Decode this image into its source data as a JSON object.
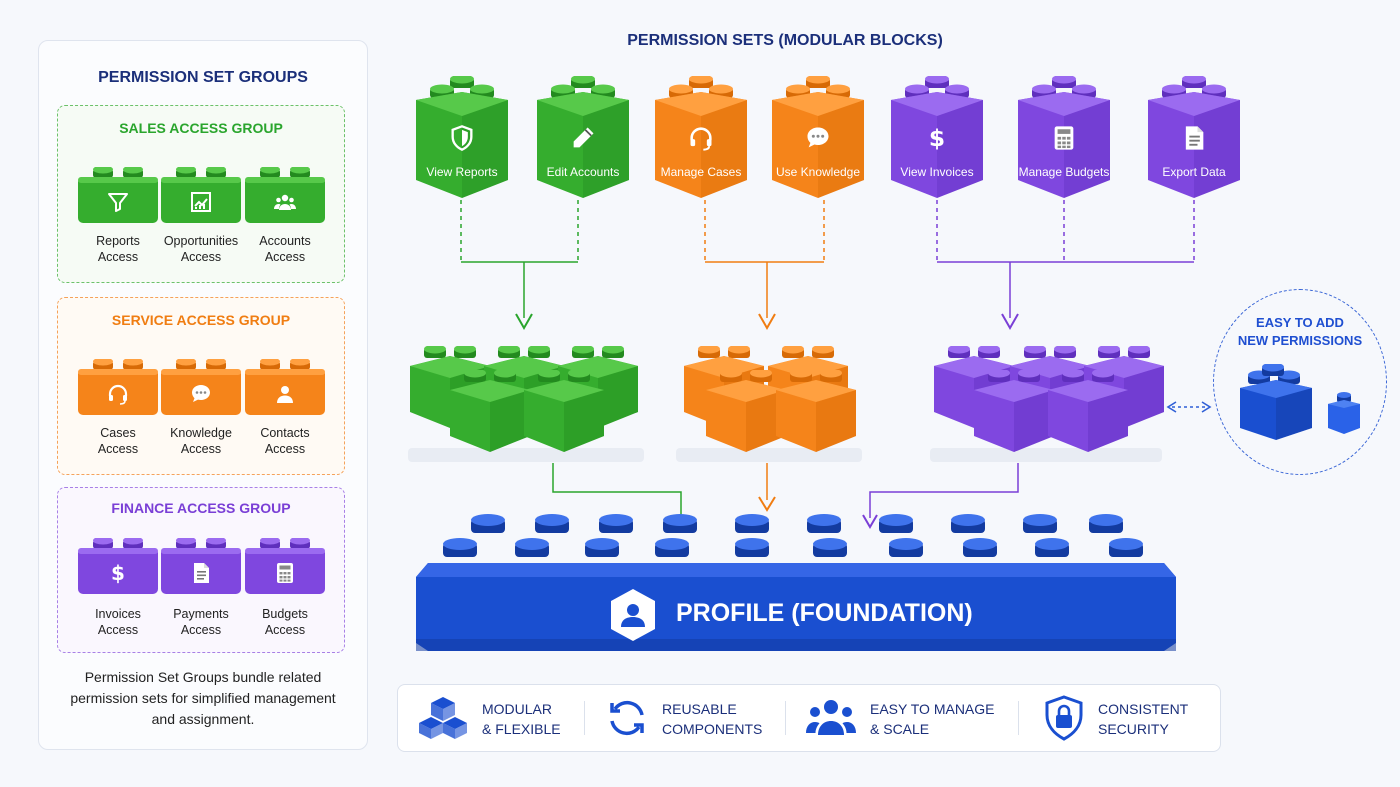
{
  "left_panel": {
    "title": "PERMISSION SET GROUPS",
    "groups": [
      {
        "title": "SALES ACCESS GROUP",
        "color": "#2aa52d",
        "items": [
          {
            "line1": "Reports",
            "line2": "Access",
            "icon": "funnel-icon"
          },
          {
            "line1": "Opportunities",
            "line2": "Access",
            "icon": "chart-icon"
          },
          {
            "line1": "Accounts",
            "line2": "Access",
            "icon": "people-icon"
          }
        ]
      },
      {
        "title": "SERVICE ACCESS GROUP",
        "color": "#f07d12",
        "items": [
          {
            "line1": "Cases",
            "line2": "Access",
            "icon": "headset-icon"
          },
          {
            "line1": "Knowledge",
            "line2": "Access",
            "icon": "chat-icon"
          },
          {
            "line1": "Contacts",
            "line2": "Access",
            "icon": "person-icon"
          }
        ]
      },
      {
        "title": "FINANCE ACCESS GROUP",
        "color": "#7a3fd6",
        "items": [
          {
            "line1": "Invoices",
            "line2": "Access",
            "icon": "dollar-icon"
          },
          {
            "line1": "Payments",
            "line2": "Access",
            "icon": "document-icon"
          },
          {
            "line1": "Budgets",
            "line2": "Access",
            "icon": "calculator-icon"
          }
        ]
      }
    ],
    "footer": {
      "line1": "Permission Set Groups bundle related",
      "line2": "permission sets for simplified management",
      "line3": "and assignment."
    }
  },
  "main": {
    "title": "PERMISSION SETS (MODULAR BLOCKS)",
    "sets": [
      {
        "label": "View Reports",
        "color": "green",
        "icon": "shield-icon"
      },
      {
        "label": "Edit Accounts",
        "color": "green",
        "icon": "pencil-icon"
      },
      {
        "label": "Manage Cases",
        "color": "orange",
        "icon": "headset-icon"
      },
      {
        "label": "Use Knowledge",
        "color": "orange",
        "icon": "chat-icon"
      },
      {
        "label": "View Invoices",
        "color": "purple",
        "icon": "dollar-icon"
      },
      {
        "label": "Manage Budgets",
        "color": "purple",
        "icon": "calculator-icon"
      },
      {
        "label": "Export Data",
        "color": "purple",
        "icon": "document-icon"
      }
    ],
    "foundation_label": "PROFILE (FOUNDATION)",
    "easy_add": {
      "line1": "EASY TO ADD",
      "line2": "NEW PERMISSIONS"
    }
  },
  "features": [
    {
      "line1": "MODULAR",
      "line2": "& FLEXIBLE",
      "icon": "cubes-icon"
    },
    {
      "line1": "REUSABLE",
      "line2": "COMPONENTS",
      "icon": "refresh-icon"
    },
    {
      "line1": "EASY TO MANAGE",
      "line2": "& SCALE",
      "icon": "team-icon"
    },
    {
      "line1": "CONSISTENT",
      "line2": "SECURITY",
      "icon": "lock-shield-icon"
    }
  ],
  "colors": {
    "green": "#35ad2e",
    "green_dark": "#238a1f",
    "green_light": "#57c94a",
    "orange": "#f5841a",
    "orange_dark": "#d76a06",
    "orange_light": "#ffa040",
    "purple": "#7f47df",
    "purple_dark": "#5f2fbd",
    "purple_light": "#9b6bf0",
    "blue": "#1a4fd0",
    "blue_dark": "#133ba0",
    "navy": "#1b2f7a"
  }
}
